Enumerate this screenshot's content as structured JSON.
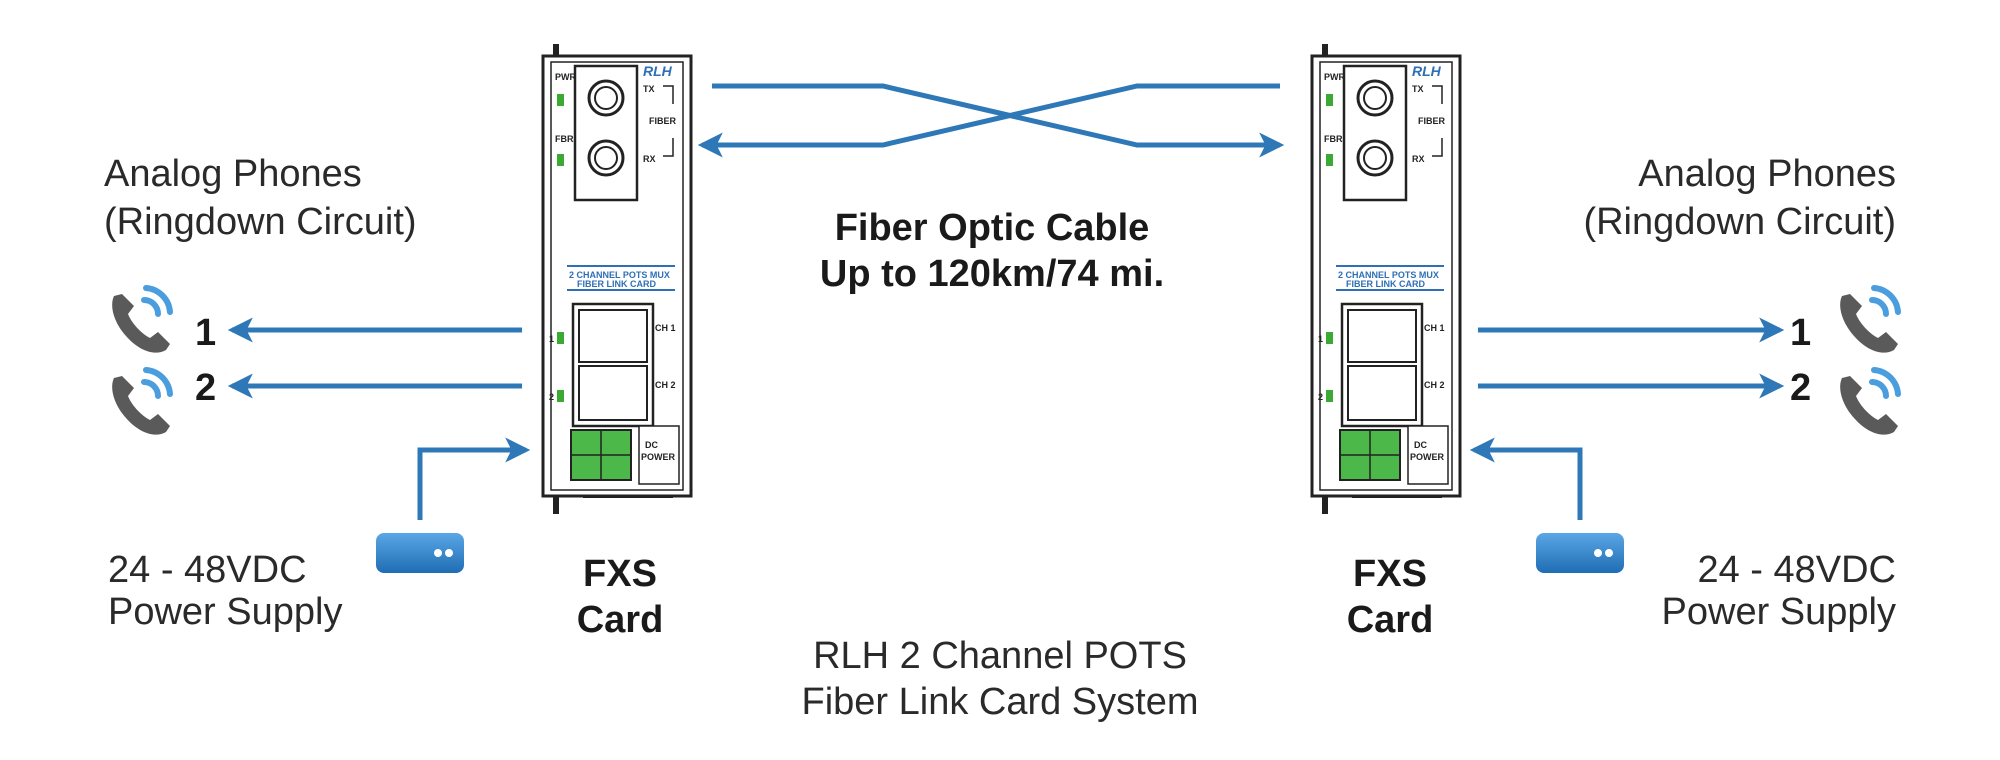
{
  "left_group": {
    "phones_title_line1": "Analog Phones",
    "phones_title_line2": "(Ringdown Circuit)",
    "phone1_number": "1",
    "phone2_number": "2",
    "power_line1": "24 - 48VDC",
    "power_line2": "Power Supply",
    "card_line1": "FXS",
    "card_line2": "Card"
  },
  "right_group": {
    "phones_title_line1": "Analog Phones",
    "phones_title_line2": "(Ringdown Circuit)",
    "phone1_number": "1",
    "phone2_number": "2",
    "power_line1": "24 - 48VDC",
    "power_line2": "Power Supply",
    "card_line1": "FXS",
    "card_line2": "Card"
  },
  "fiber": {
    "title_line1": "Fiber Optic Cable",
    "title_line2": "Up to 120km/74 mi."
  },
  "system": {
    "title_line1": "RLH 2 Channel POTS",
    "title_line2": "Fiber Link Card System"
  },
  "card_labels": {
    "pwr": "PWR",
    "fbr": "FBR",
    "tx": "TX",
    "rx": "RX",
    "fiber": "FIBER",
    "product_line1": "2 CHANNEL POTS MUX",
    "product_line2": "FIBER LINK CARD",
    "ch1": "CH 1",
    "ch2": "CH 2",
    "led1": "1",
    "led2": "2",
    "dc": "DC",
    "power": "POWER",
    "logo": "RLH"
  },
  "colors": {
    "line_blue": "#2f78b8",
    "led_green": "#3aaa35",
    "terminal_green": "#4cb84a",
    "ps_blue": "#3a8ad0",
    "phone_gray": "#5a5a5a",
    "signal_blue": "#4a9ede"
  }
}
